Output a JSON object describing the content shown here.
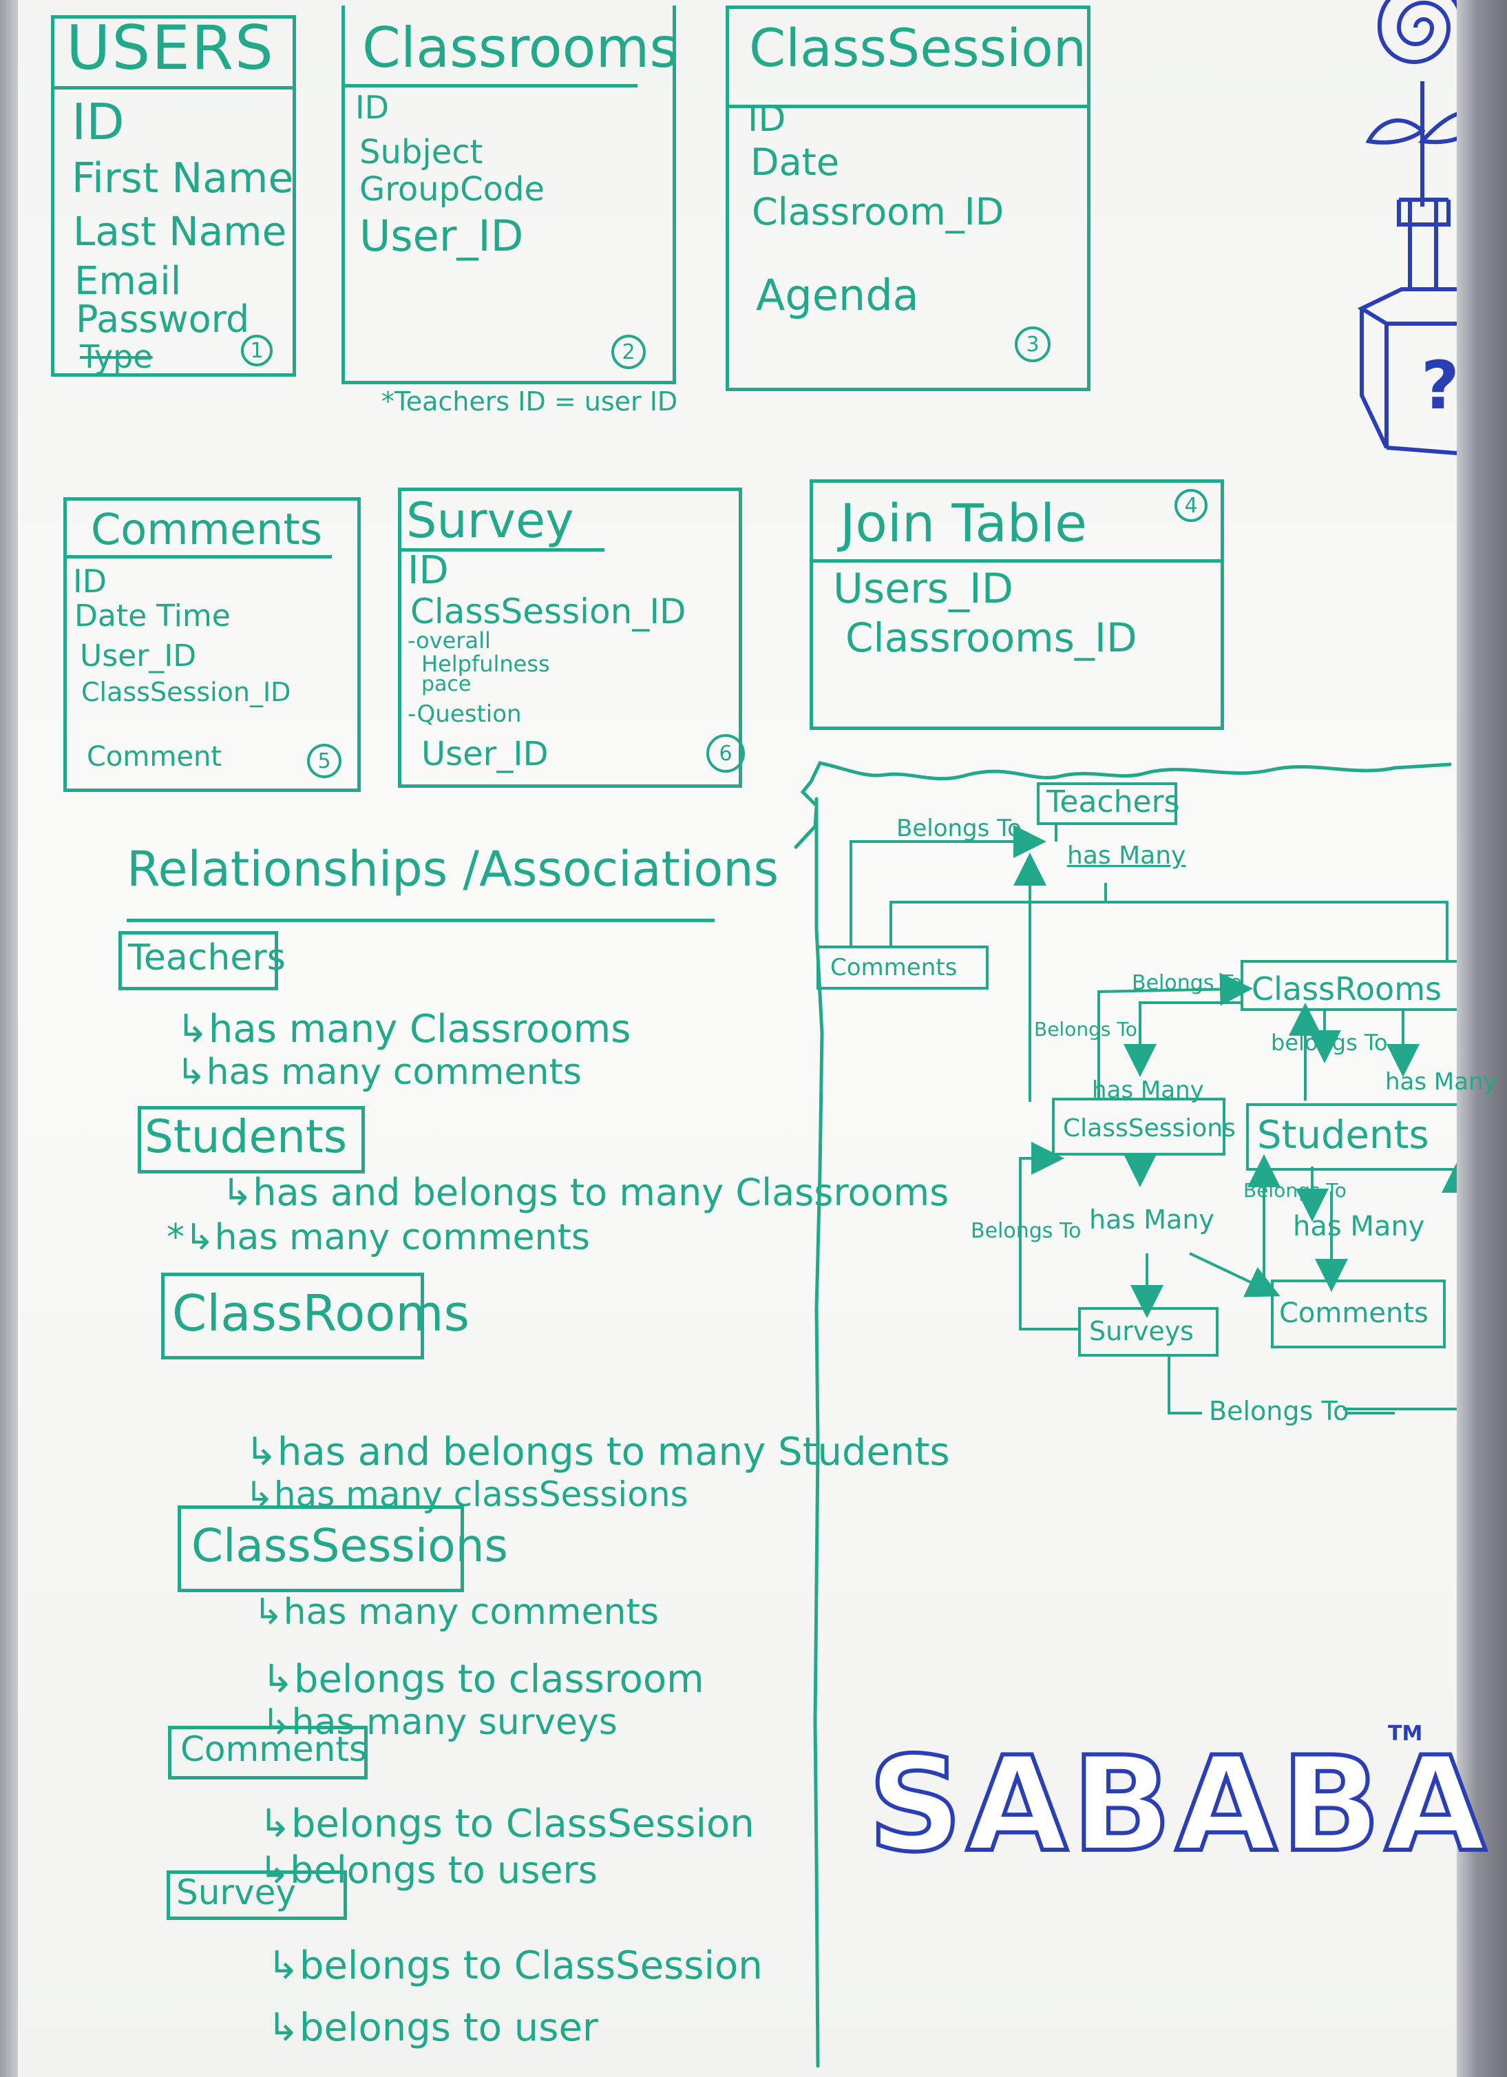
{
  "tables": {
    "users": {
      "title": "USERS",
      "fields": [
        "ID",
        "First Name",
        "Last Name",
        "Email",
        "Password",
        "Type"
      ],
      "number": "1"
    },
    "classrooms": {
      "title": "Classrooms",
      "fields": [
        "ID",
        "Subject",
        "GroupCode",
        "User_ID"
      ],
      "number": "2",
      "note": "*Teachers ID = user ID"
    },
    "classsession": {
      "title": "ClassSession",
      "fields": [
        "ID",
        "Date",
        "Classroom_ID",
        "Agenda"
      ],
      "number": "3"
    },
    "comments": {
      "title": "Comments",
      "fields": [
        "ID",
        "Date Time",
        "User_ID",
        "ClassSession_ID",
        "Comment"
      ],
      "number": "5"
    },
    "survey": {
      "title": "Survey",
      "fields": [
        "ID",
        "ClassSession_ID",
        "-overall",
        "Helpfulness",
        "pace",
        "-Question",
        "User_ID"
      ],
      "number": "6"
    },
    "join_table": {
      "title": "Join Table",
      "fields": [
        "Users_ID",
        "Classrooms_ID"
      ],
      "number": "4"
    }
  },
  "relationships": {
    "heading": "Relationships /Associations",
    "teachers": {
      "label": "Teachers",
      "lines": [
        "↳has many Classrooms",
        "↳has many comments"
      ]
    },
    "students": {
      "label": "Students",
      "lines": [
        "↳has and belongs to many Classrooms",
        "*↳has many comments"
      ]
    },
    "classrooms": {
      "label": "ClassRooms",
      "lines": [
        "↳has and belongs to many Students",
        "↳has many classSessions"
      ]
    },
    "classsessions": {
      "label": "ClassSessions",
      "lines": [
        "↳has many comments",
        "↳belongs to classroom",
        "↳has many surveys"
      ]
    },
    "comments": {
      "label": "Comments",
      "lines": [
        "↳belongs to ClassSession",
        "↳belongs to users"
      ]
    },
    "survey": {
      "label": "Survey",
      "lines": [
        "↳belongs to ClassSession",
        "↳belongs to user"
      ]
    }
  },
  "diagram": {
    "nodes": {
      "teachers": "Teachers",
      "comments_left": "Comments",
      "classrooms": "ClassRooms",
      "classsessions": "ClassSessions",
      "students": "Students",
      "surveys": "Surveys",
      "comments_right": "Comments"
    },
    "edges": {
      "belongs_to_teachers": "Belongs To",
      "has_many_teachers": "has Many",
      "belongs_to_classrooms": "Belongs To",
      "belongs_to_left": "Belongs To",
      "belongs_to_mid": "Belongs To",
      "has_many_cs": "has Many",
      "belongs_to_students": "belongs To",
      "has_many_st": "has Many",
      "has_many_surveys": "has Many",
      "belongs_to_st": "Belongs To",
      "has_many_st2": "has Many",
      "belongs_to_bottom": "Belongs To"
    }
  },
  "logo": {
    "text": "SABABA",
    "tm": "TM"
  },
  "doodle": {
    "mark": "?"
  },
  "colors": {
    "marker_green": "#22a88a",
    "marker_blue": "#2a3fb5",
    "board": "#f7f8f6"
  }
}
